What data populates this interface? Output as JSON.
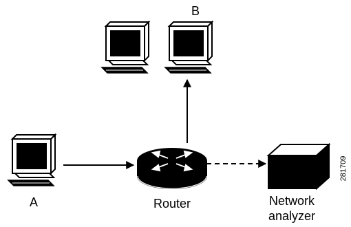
{
  "labels": {
    "host_a": "A",
    "host_b": "B",
    "router": "Router",
    "analyzer_line1": "Network",
    "analyzer_line2": "analyzer",
    "figure_id": "281709"
  },
  "icons": {
    "host_a": "computer-icon",
    "host_b_left": "computer-icon",
    "host_b_right": "computer-icon",
    "router": "router-icon",
    "analyzer": "network-analyzer-box-icon"
  },
  "links": [
    {
      "from": "A",
      "to": "Router",
      "style": "solid"
    },
    {
      "from": "Router",
      "to": "B",
      "style": "solid"
    },
    {
      "from": "Router",
      "to": "Network analyzer",
      "style": "dashed"
    }
  ],
  "colors": {
    "ink": "#000000",
    "background": "#ffffff"
  }
}
